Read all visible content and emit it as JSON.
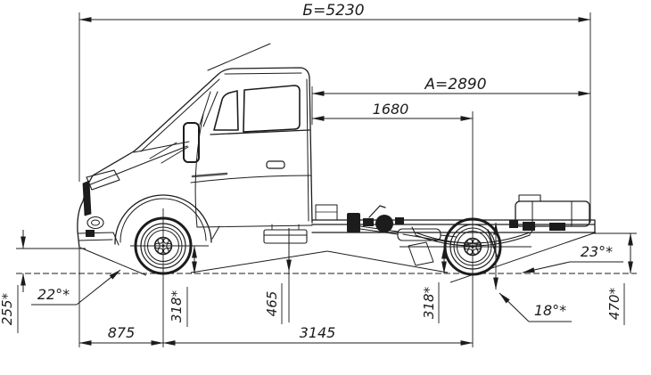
{
  "labels": {
    "overall_length": "Б=5230",
    "frame_length_behind_cab": "А=2890",
    "cab_back_to_rear_axle": "1680",
    "front_overhang": "875",
    "wheelbase": "3145",
    "front_ground_clearance": "255*",
    "approach_angle": "22°*",
    "front_axle_height": "318*",
    "frame_height_center": "465",
    "rear_axle_height": "318*",
    "ramp_angle": "18°*",
    "departure_angle": "23°*",
    "rear_frame_height": "470*"
  },
  "colors": {
    "ink": "#1c1c1c",
    "background": "#ffffff"
  }
}
